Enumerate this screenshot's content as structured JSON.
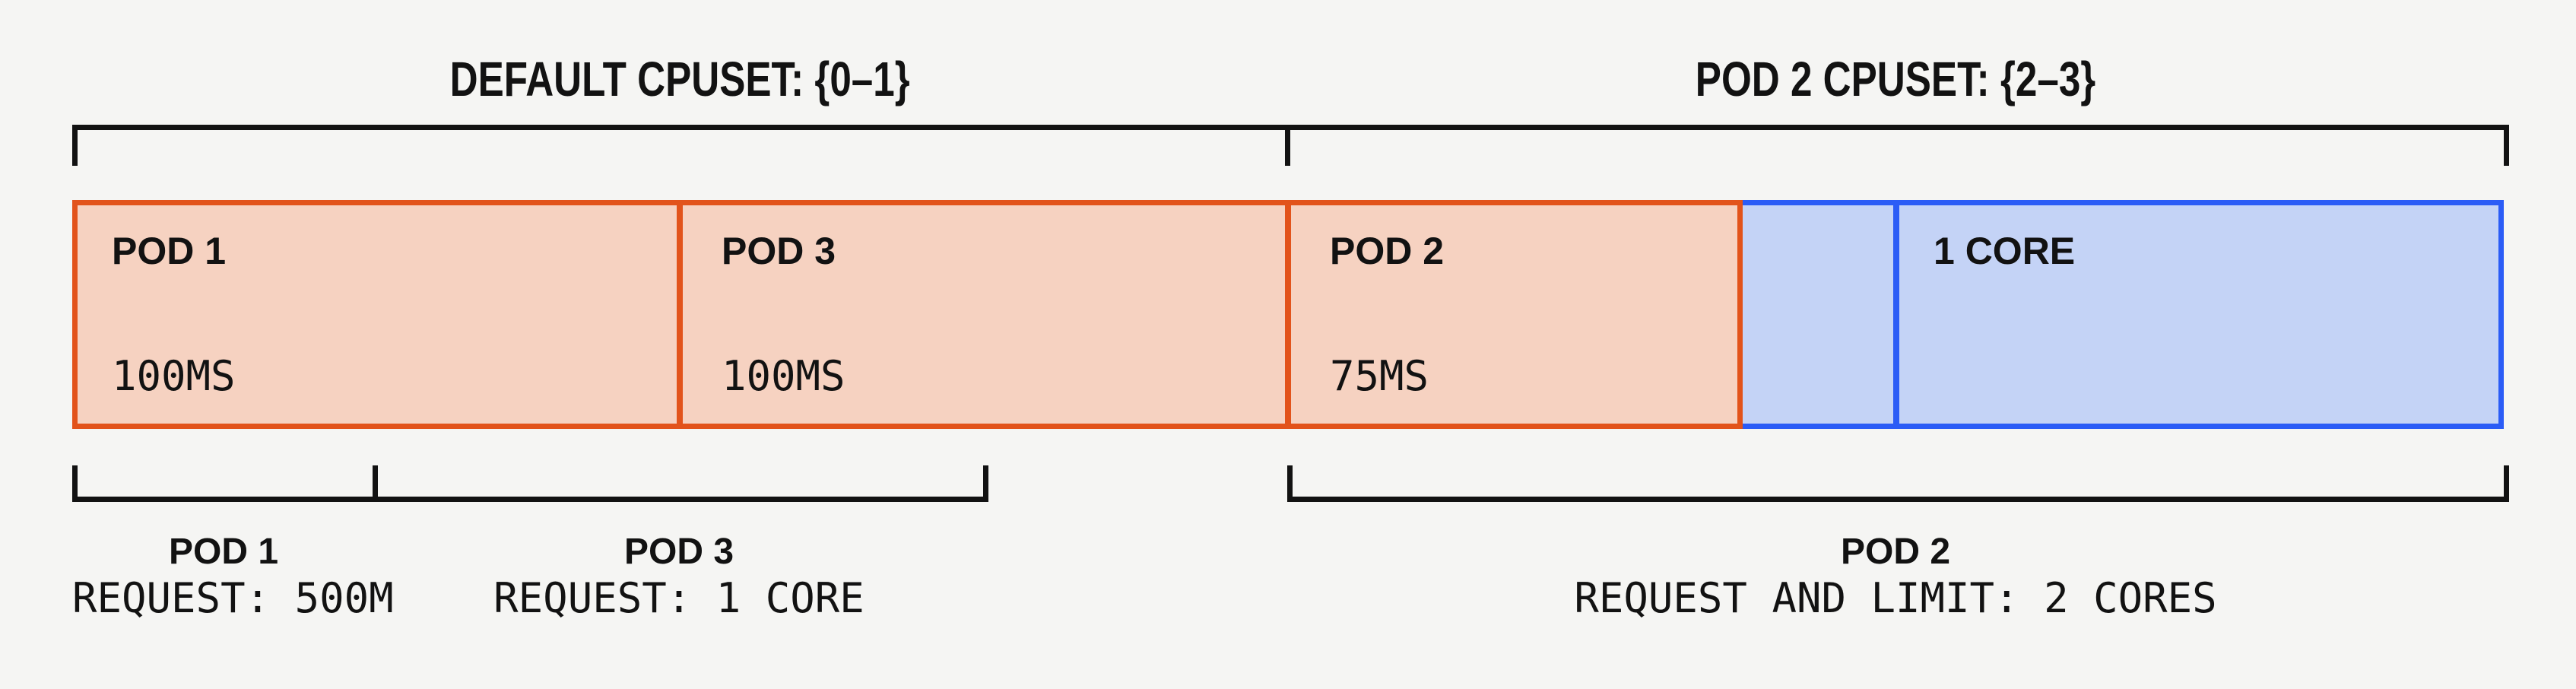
{
  "diagram_title": "CPU pinning / cpuset allocation diagram",
  "colors": {
    "background": "#F5F5F3",
    "line": "#121212",
    "orange_border": "#E2531B",
    "orange_fill": "#F6D2C1",
    "blue_border": "#2B5CF6",
    "blue_fill": "#C4D3F6",
    "text": "#121212"
  },
  "top_labels": {
    "default_cpuset": "DEFAULT CPUSET: {0–1}",
    "pod2_cpuset": "POD 2 CPUSET: {2–3}"
  },
  "bar": {
    "segments": [
      {
        "name": "POD 1",
        "value": "100MS",
        "fill": "orange",
        "cores_span": "part of cores 0-1"
      },
      {
        "name": "POD 3",
        "value": "100MS",
        "fill": "orange",
        "cores_span": "part of cores 0-1"
      },
      {
        "name": "POD 2",
        "value": "75MS",
        "fill": "orange",
        "cores_span": "75% of core 2"
      },
      {
        "name": "",
        "value": "",
        "fill": "blue",
        "cores_span": "25% of core 2"
      },
      {
        "name": "1 CORE",
        "value": "",
        "fill": "blue",
        "cores_span": "core 3"
      }
    ]
  },
  "bottom_labels": [
    {
      "title": "POD 1",
      "detail": "REQUEST: 500M"
    },
    {
      "title": "POD 3",
      "detail": "REQUEST: 1 CORE"
    },
    {
      "title": "POD 2",
      "detail": "REQUEST AND LIMIT: 2 CORES"
    }
  ]
}
